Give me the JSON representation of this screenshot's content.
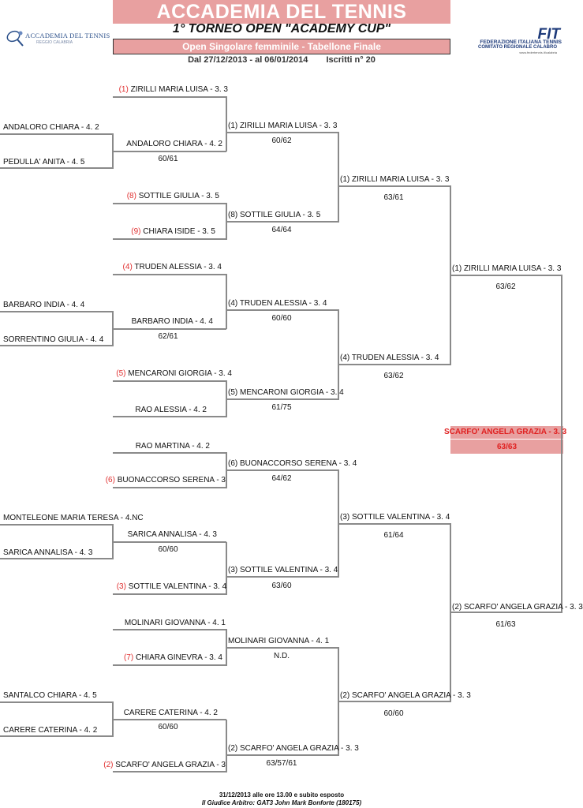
{
  "header": {
    "title": "ACCADEMIA DEL TENNIS",
    "subtitle": "1° TORNEO OPEN \"ACADEMY CUP\"",
    "category": "Open Singolare femminile - Tabellone Finale",
    "dates": "Dal 27/12/2013 - al 06/01/2014",
    "entrants": "Iscritti n° 20"
  },
  "logos": {
    "left_text": "ACCADEMIA DEL TENNIS",
    "left_sub": "REGGIO CALABRIA",
    "right_fit": "FIT",
    "right_line1": "FEDERAZIONE ITALIANA TENNIS",
    "right_line2": "COMITATO REGIONALE CALABRO",
    "right_line3": "www.federtennis.it/calabria"
  },
  "colors": {
    "accent": "#e8a0a0",
    "seed": "#e03030",
    "logo_blue": "#1d3a7a"
  },
  "round0": [
    "ANDALORO CHIARA - 4. 2",
    "PEDULLA' ANITA - 4. 5",
    "BARBARO INDIA - 4. 4",
    "SORRENTINO GIULIA - 4. 4",
    "MONTELEONE MARIA TERESA - 4.NC",
    "SARICA ANNALISA - 4. 3",
    "SANTALCO CHIARA - 4. 5",
    "CARERE CATERINA - 4. 2"
  ],
  "round1": [
    {
      "seed": "(1)",
      "name": "ZIRILLI MARIA LUISA - 3. 3"
    },
    {
      "seed": "",
      "name": "ANDALORO CHIARA - 4. 2"
    },
    {
      "seed": "(8)",
      "name": "SOTTILE GIULIA - 3. 5"
    },
    {
      "seed": "(9)",
      "name": "CHIARA ISIDE - 3. 5"
    },
    {
      "seed": "(4)",
      "name": "TRUDEN ALESSIA - 3. 4"
    },
    {
      "seed": "",
      "name": "BARBARO INDIA - 4. 4"
    },
    {
      "seed": "(5)",
      "name": "MENCARONI GIORGIA - 3. 4"
    },
    {
      "seed": "",
      "name": "RAO ALESSIA - 4. 2"
    },
    {
      "seed": "",
      "name": "RAO MARTINA - 4. 2"
    },
    {
      "seed": "(6)",
      "name": "BUONACCORSO SERENA - 3"
    },
    {
      "seed": "",
      "name": "SARICA ANNALISA - 4. 3"
    },
    {
      "seed": "(3)",
      "name": "SOTTILE VALENTINA - 3. 4"
    },
    {
      "seed": "",
      "name": "MOLINARI GIOVANNA - 4. 1"
    },
    {
      "seed": "(7)",
      "name": "CHIARA GINEVRA - 3. 4"
    },
    {
      "seed": "",
      "name": "CARERE CATERINA - 4. 2"
    },
    {
      "seed": "(2)",
      "name": "SCARFO' ANGELA GRAZIA - 3"
    }
  ],
  "round0_scores": [
    "60/61",
    "62/61",
    "60/60",
    "60/60"
  ],
  "round2": [
    {
      "name": "(1) ZIRILLI MARIA LUISA - 3. 3",
      "score": "60/62"
    },
    {
      "name": "(8) SOTTILE GIULIA - 3. 5",
      "score": "64/64"
    },
    {
      "name": "(4) TRUDEN ALESSIA - 3. 4",
      "score": "60/60"
    },
    {
      "name": "(5) MENCARONI GIORGIA - 3. 4",
      "score": "61/75"
    },
    {
      "name": "(6) BUONACCORSO SERENA - 3. 4",
      "score": "64/62"
    },
    {
      "name": "(3) SOTTILE VALENTINA - 3. 4",
      "score": "63/60"
    },
    {
      "name": "MOLINARI GIOVANNA - 4. 1",
      "score": "N.D."
    },
    {
      "name": "(2) SCARFO' ANGELA GRAZIA - 3. 3",
      "score": "63/57/61"
    }
  ],
  "round3": [
    {
      "name": "(1) ZIRILLI MARIA LUISA - 3. 3",
      "score": "63/61"
    },
    {
      "name": "(4) TRUDEN ALESSIA - 3. 4",
      "score": "63/62"
    },
    {
      "name": "(3) SOTTILE VALENTINA - 3. 4",
      "score": "61/64"
    },
    {
      "name": "(2) SCARFO' ANGELA GRAZIA - 3. 3",
      "score": "60/60"
    }
  ],
  "round4": [
    {
      "name": "(1) ZIRILLI MARIA LUISA - 3. 3",
      "score": "63/62"
    },
    {
      "name": "(2) SCARFO' ANGELA GRAZIA - 3. 3",
      "score": "61/63"
    }
  ],
  "champion": {
    "name": "SCARFO' ANGELA GRAZIA - 3. 3",
    "score": "63/63"
  },
  "footer": {
    "line1": "31/12/2013 alle ore 13.00 e subito esposto",
    "line2": "Il Giudice Arbitro: GAT3 John Mark Bonforte (180175)"
  }
}
